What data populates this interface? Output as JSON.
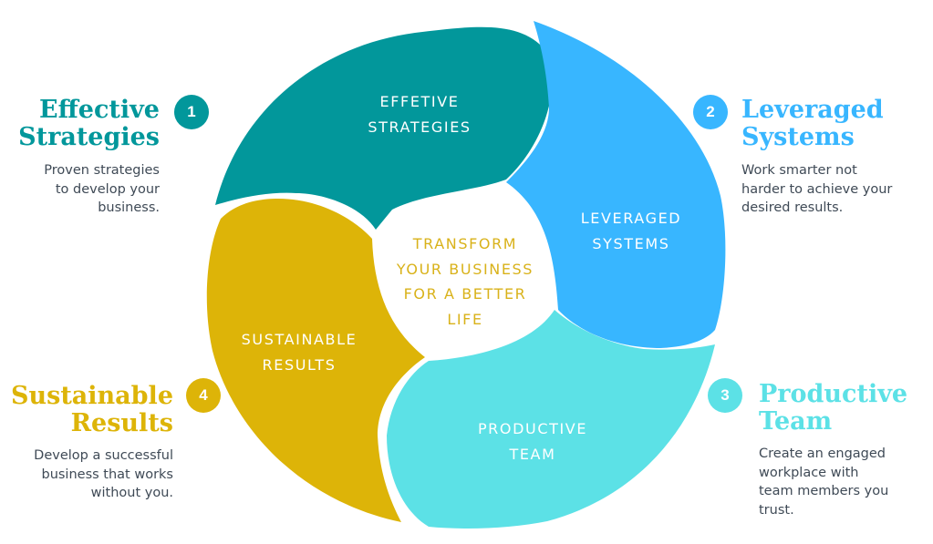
{
  "colors": {
    "teal": "#02979B",
    "blue": "#38B6FF",
    "cyan": "#5CE1E6",
    "gold": "#DDB408",
    "center_text": "#D9B21A",
    "body_text": "#3f4a56"
  },
  "center": {
    "lines": [
      "TRANSFORM",
      "YOUR BUSINESS",
      "FOR A BETTER",
      "LIFE"
    ]
  },
  "petals": [
    {
      "lines": [
        "EFFETIVE",
        "STRATEGIES"
      ]
    },
    {
      "lines": [
        "LEVERAGED",
        "SYSTEMS"
      ]
    },
    {
      "lines": [
        "PRODUCTIVE",
        "TEAM"
      ]
    },
    {
      "lines": [
        "SUSTAINABLE",
        "RESULTS"
      ]
    }
  ],
  "steps": [
    {
      "number": "1",
      "heading": [
        "Effective",
        "Strategies"
      ],
      "description": [
        "Proven strategies",
        "to develop your",
        "business."
      ]
    },
    {
      "number": "2",
      "heading": [
        "Leveraged",
        "Systems"
      ],
      "description": [
        "Work smarter not",
        "harder to achieve your",
        "desired results."
      ]
    },
    {
      "number": "3",
      "heading": [
        "Productive",
        "Team"
      ],
      "description": [
        "Create an engaged",
        "workplace with",
        "team members you",
        "trust."
      ]
    },
    {
      "number": "4",
      "heading": [
        "Sustainable",
        "Results"
      ],
      "description": [
        "Develop a successful",
        "business that works",
        "without you."
      ]
    }
  ]
}
